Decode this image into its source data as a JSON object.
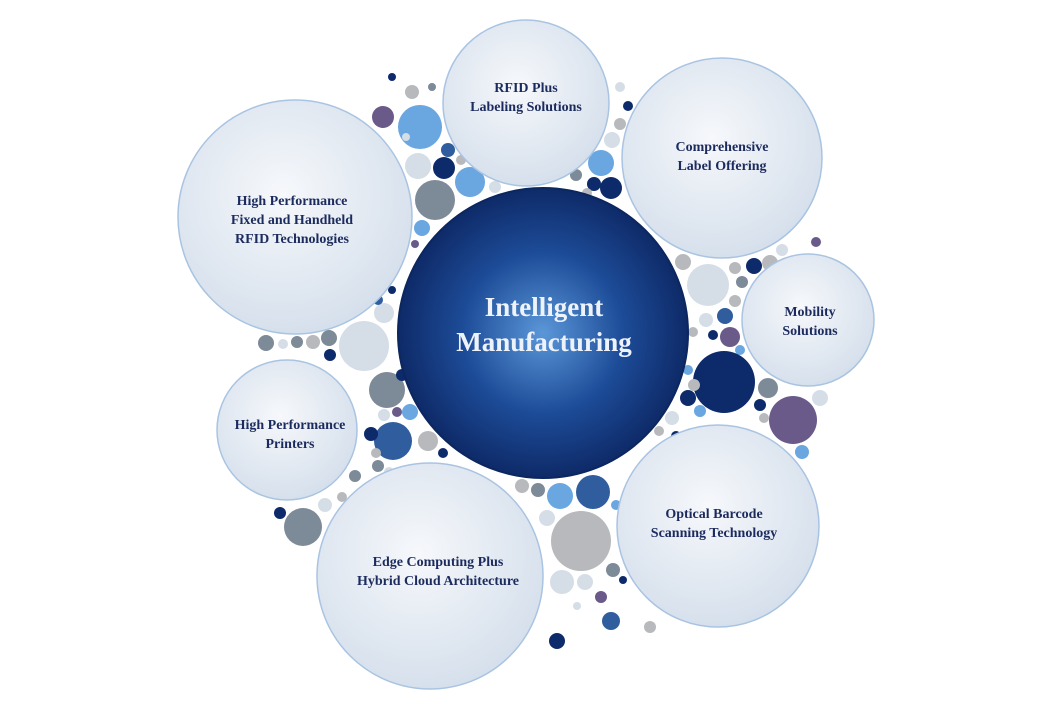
{
  "center": {
    "line1": "Intelligent",
    "line2": "Manufacturing"
  },
  "nodes": [
    {
      "lines": [
        "RFID Plus",
        "Labeling Solutions"
      ]
    },
    {
      "lines": [
        "Comprehensive",
        "Label Offering"
      ]
    },
    {
      "lines": [
        "High Performance",
        "Fixed and Handheld",
        "RFID Technologies"
      ]
    },
    {
      "lines": [
        "Mobility",
        "Solutions"
      ]
    },
    {
      "lines": [
        "High Performance",
        "Printers"
      ]
    },
    {
      "lines": [
        "Edge Computing Plus",
        "Hybrid Cloud Architecture"
      ]
    },
    {
      "lines": [
        "Optical Barcode",
        "Scanning Technology"
      ]
    }
  ],
  "colors": {
    "center_dark": "#0f2f72",
    "center_light": "#4f8ad0",
    "node_fill": "#e4ebf3",
    "text": "#1c2b5e"
  }
}
